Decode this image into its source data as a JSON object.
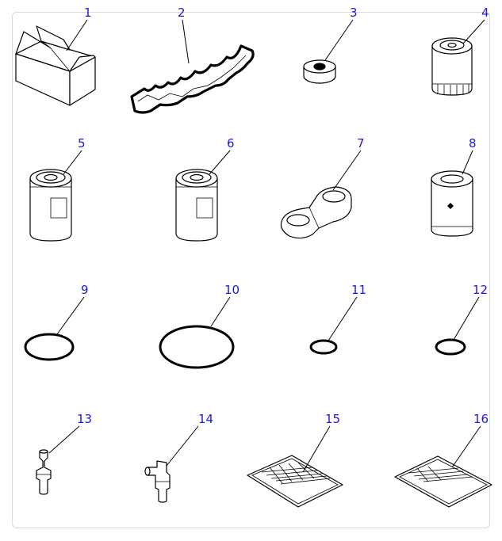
{
  "diagram": {
    "label_color": "#1a1ad6",
    "frame_color": "#d9d9d9",
    "parts": [
      {
        "num": "1",
        "icon": "box-icon"
      },
      {
        "num": "2",
        "icon": "gasket-icon"
      },
      {
        "num": "3",
        "icon": "grommet-icon"
      },
      {
        "num": "4",
        "icon": "oil-filter-icon"
      },
      {
        "num": "5",
        "icon": "fuel-filter-icon"
      },
      {
        "num": "6",
        "icon": "fuel-filter-icon"
      },
      {
        "num": "7",
        "icon": "filter-wrench-icon"
      },
      {
        "num": "8",
        "icon": "filter-element-icon"
      },
      {
        "num": "9",
        "icon": "o-ring-icon"
      },
      {
        "num": "10",
        "icon": "o-ring-large-icon"
      },
      {
        "num": "11",
        "icon": "o-ring-small-icon"
      },
      {
        "num": "12",
        "icon": "o-ring-small-icon"
      },
      {
        "num": "13",
        "icon": "straight-fitting-icon"
      },
      {
        "num": "14",
        "icon": "elbow-fitting-icon"
      },
      {
        "num": "15",
        "icon": "document-sheet-icon"
      },
      {
        "num": "16",
        "icon": "document-sheet-icon"
      }
    ]
  }
}
